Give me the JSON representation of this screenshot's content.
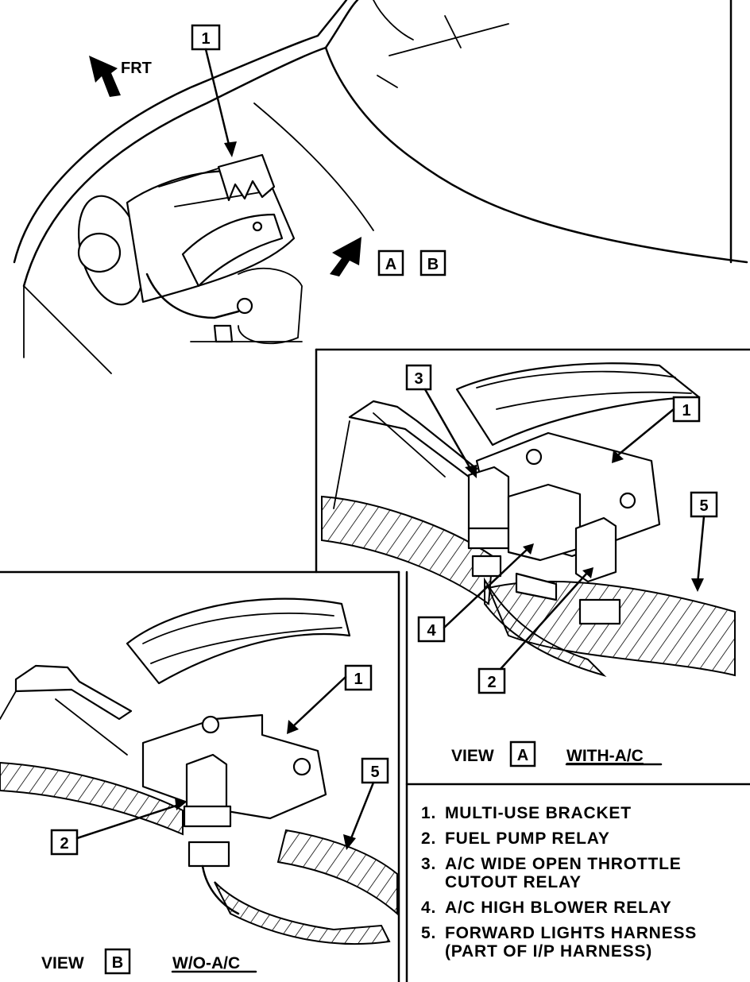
{
  "direction_label": "FRT",
  "view_refs": [
    "A",
    "B"
  ],
  "view_a": {
    "view_word": "VIEW",
    "letter": "A",
    "condition": "WITH-A/C",
    "callouts": [
      "1",
      "2",
      "3",
      "4",
      "5"
    ]
  },
  "view_b": {
    "view_word": "VIEW",
    "letter": "B",
    "condition": "W/O-A/C",
    "callouts": [
      "1",
      "2",
      "5"
    ]
  },
  "main_callout": "1",
  "legend": [
    {
      "num": "1.",
      "text": "MULTI-USE BRACKET"
    },
    {
      "num": "2.",
      "text": "FUEL PUMP RELAY"
    },
    {
      "num": "3.",
      "text": "A/C WIDE OPEN THROTTLE CUTOUT RELAY"
    },
    {
      "num": "4.",
      "text": "A/C HIGH BLOWER RELAY"
    },
    {
      "num": "5.",
      "text": "FORWARD LIGHTS HARNESS (PART OF I/P HARNESS)"
    }
  ]
}
